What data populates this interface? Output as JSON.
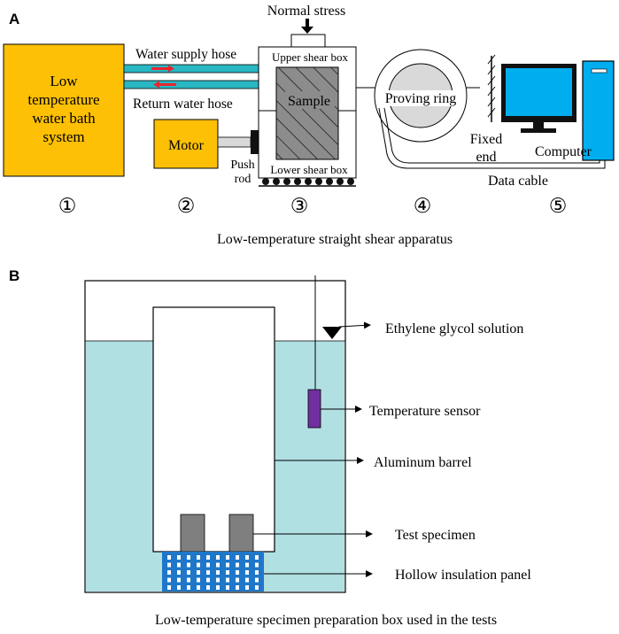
{
  "panel_a": {
    "letter": "A",
    "normal_stress": "Normal stress",
    "water_bath_lines": [
      "Low",
      "temperature",
      "water bath",
      "system"
    ],
    "water_supply_hose": "Water supply hose",
    "return_water_hose": "Return water hose",
    "motor": "Motor",
    "push_rod_lines": [
      "Push",
      "rod"
    ],
    "upper_shear_box": "Upper shear box",
    "lower_shear_box": "Lower shear box",
    "sample": "Sample",
    "proving_ring": "Proving ring",
    "fixed_end_lines": [
      "Fixed",
      "end"
    ],
    "computer": "Computer",
    "data_cable": "Data cable",
    "numbers": [
      "①",
      "②",
      "③",
      "④",
      "⑤"
    ],
    "caption": "Low-temperature straight shear apparatus"
  },
  "panel_b": {
    "letter": "B",
    "ethylene_glycol": "Ethylene glycol solution",
    "temperature_sensor": "Temperature sensor",
    "aluminum_barrel": "Aluminum barrel",
    "test_specimen": "Test specimen",
    "hollow_insulation_panel": "Hollow insulation panel",
    "caption": "Low-temperature specimen preparation box used in the tests"
  },
  "colors": {
    "bath_yellow": "#FDC004",
    "hose_cyan": "#29B7C3",
    "arrow_red": "#E8252D",
    "solution_blue": "#B1E0E3",
    "sensor_purple": "#7030A0",
    "panel_blue": "#1F77C9",
    "specimen_gray": "#7F7F7F",
    "screen_blue": "#00AEEF"
  }
}
